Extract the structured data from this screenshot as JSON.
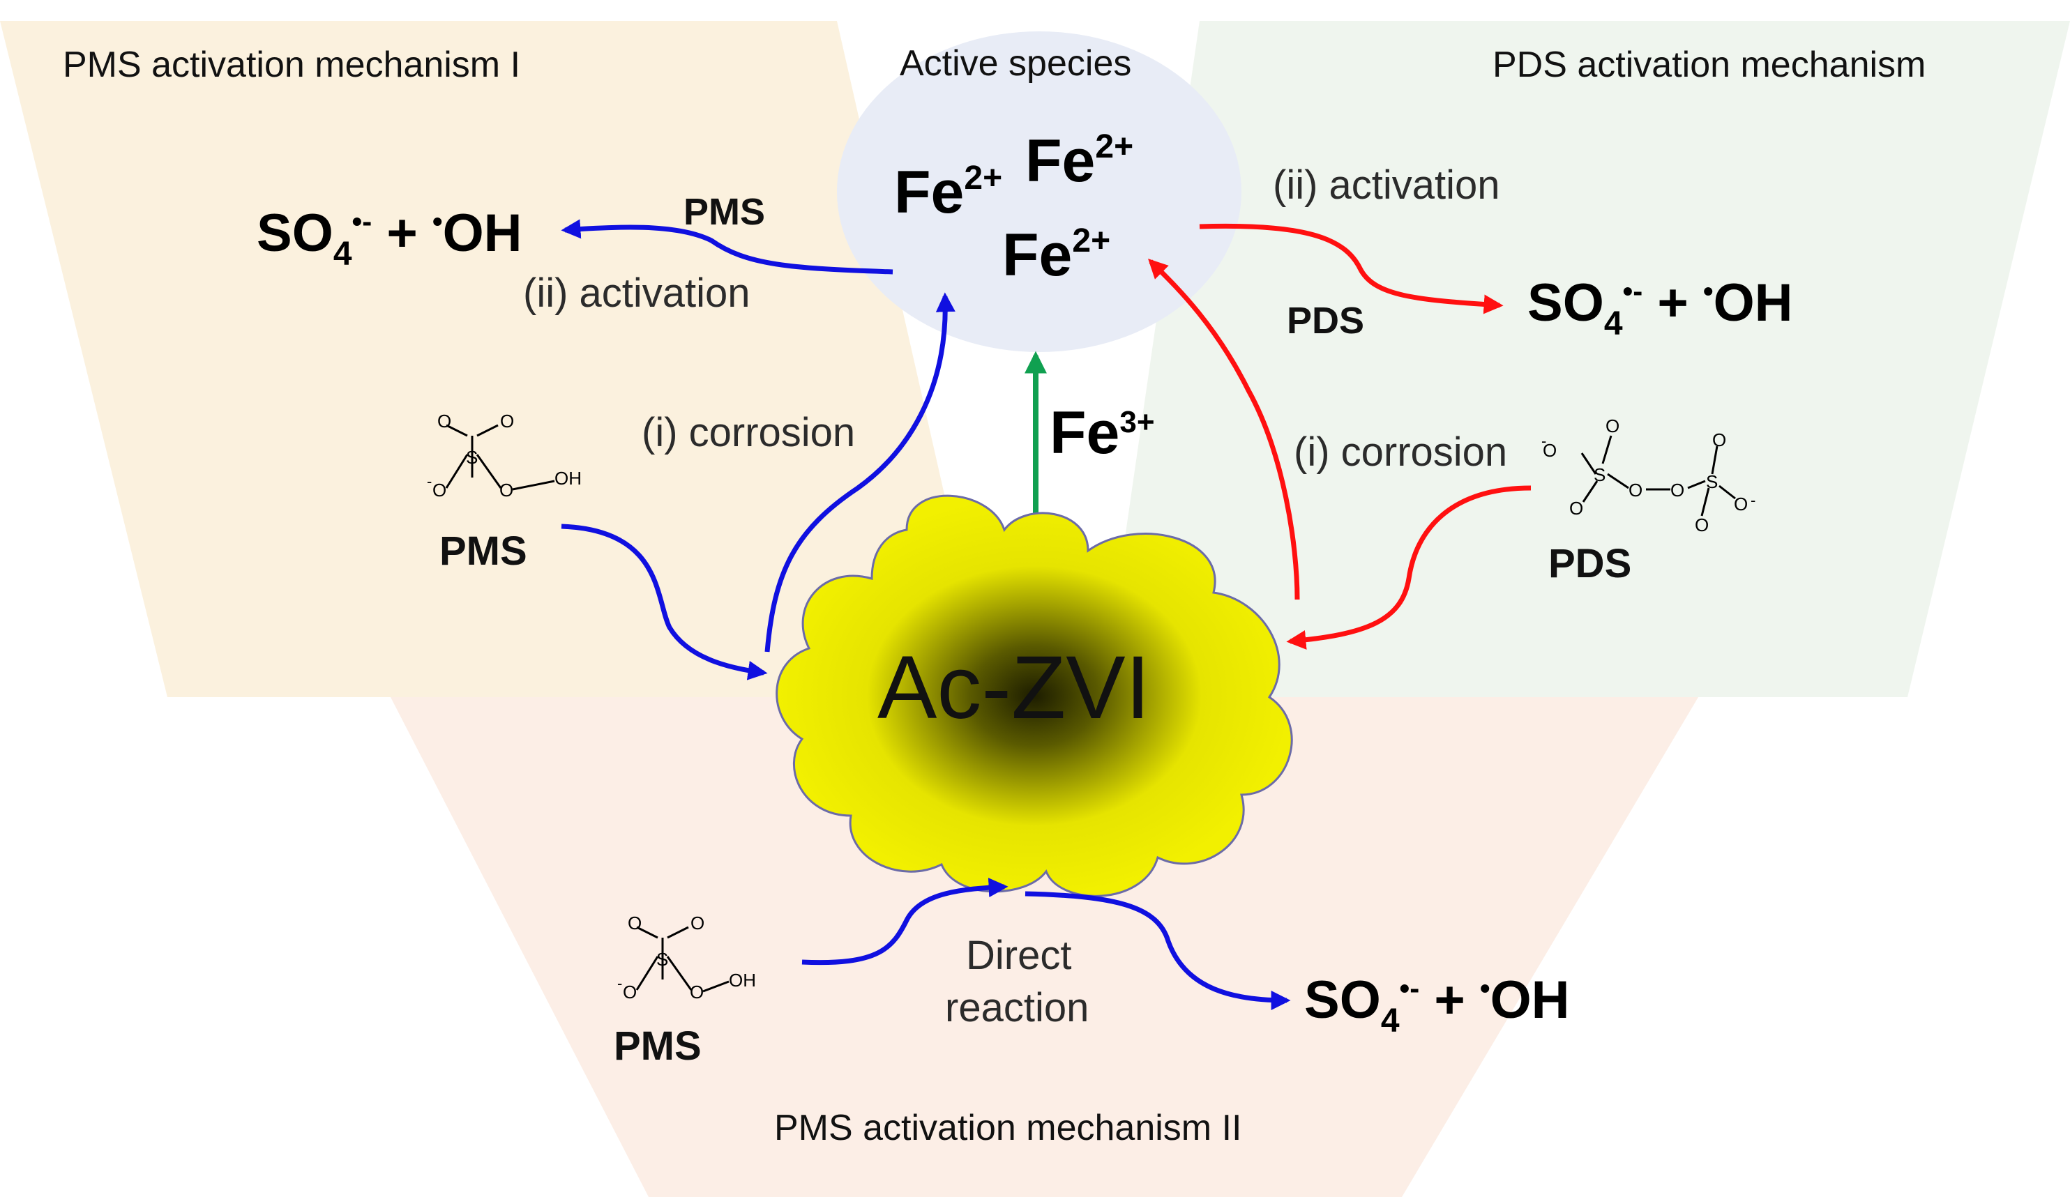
{
  "panels": {
    "left_title": "PMS activation mechanism I",
    "right_title": "PDS activation mechanism",
    "bottom_title": "PMS activation mechanism II",
    "colors": {
      "left": "#fbf1de",
      "right": "#eff5ee",
      "bottom": "#fceee6"
    }
  },
  "center": {
    "title": "Active species",
    "core_label": "Ac-ZVI",
    "fe2_labels": [
      "Fe",
      "Fe",
      "Fe"
    ],
    "fe2_charge": "2+",
    "fe3_label": "Fe",
    "fe3_charge": "3+",
    "colors": {
      "ellipse": "#e8ecf6",
      "cloud": "#f2f000",
      "cloud_core": "#1d1d00"
    }
  },
  "left": {
    "reagent": "PMS",
    "step_corrosion": "(i) corrosion",
    "step_activation": "(ii) activation",
    "arrow_label": "PMS",
    "product_so4": "SO",
    "product_sub": "4",
    "product_sup": "•-",
    "product_plus": " + ",
    "product_dot": "•",
    "product_oh": "OH",
    "color": "#1010e0"
  },
  "right": {
    "reagent": "PDS",
    "step_corrosion": "(i) corrosion",
    "step_activation": "(ii) activation",
    "arrow_label": "PDS",
    "product_so4": "SO",
    "product_sub": "4",
    "product_sup": "•-",
    "product_plus": " + ",
    "product_dot": "•",
    "product_oh": "OH",
    "color": "#ff1010"
  },
  "bottom": {
    "reagent": "PMS",
    "step_line1": "Direct",
    "step_line2": "reaction",
    "product_so4": "SO",
    "product_sub": "4",
    "product_sup": "•-",
    "product_plus": " + ",
    "product_dot": "•",
    "product_oh": "OH",
    "color": "#1010e0"
  },
  "fe3_arrow_color": "#10a050",
  "molecule_atoms": {
    "S": "S",
    "O": "O",
    "OH": "OH",
    "minus": "-"
  }
}
